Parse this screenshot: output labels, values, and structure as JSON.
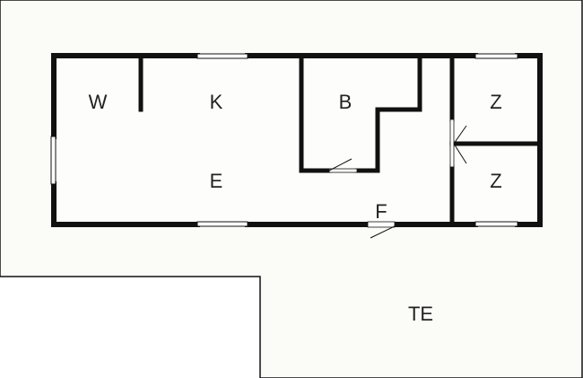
{
  "colors": {
    "terrace": "#fbfbf7",
    "interior": "#fdfdfb",
    "wall": "#111111",
    "label": "#222222"
  },
  "rooms": {
    "w": "W",
    "k": "K",
    "b": "B",
    "z1": "Z",
    "z2": "Z",
    "e": "E",
    "f": "F",
    "te": "TE"
  }
}
